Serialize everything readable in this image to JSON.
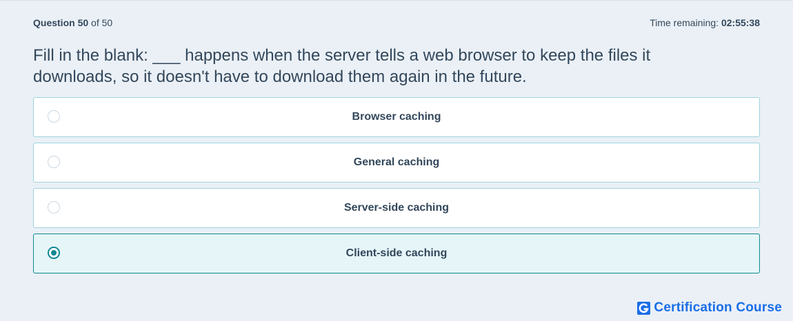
{
  "header": {
    "question_label": "Question",
    "question_number": "50",
    "question_of": "of 50",
    "timer_label": "Time remaining:",
    "timer_value": "02:55:38"
  },
  "question": {
    "text": "Fill in the blank: ___ happens when the server tells a web browser to keep the files it downloads, so it doesn't have to download them again in the future."
  },
  "options": [
    {
      "label": "Browser caching",
      "selected": false
    },
    {
      "label": "General caching",
      "selected": false
    },
    {
      "label": "Server-side caching",
      "selected": false
    },
    {
      "label": "Client-side caching",
      "selected": true
    }
  ],
  "brand": {
    "name": "Certification Course",
    "icon": "g-logo-icon",
    "color": "#1a6ee8"
  },
  "colors": {
    "accent": "#0f8793",
    "option_border": "#9ed5dd",
    "selected_bg": "#e5f5f8",
    "text": "#33475b",
    "background": "#eaf0f6"
  }
}
